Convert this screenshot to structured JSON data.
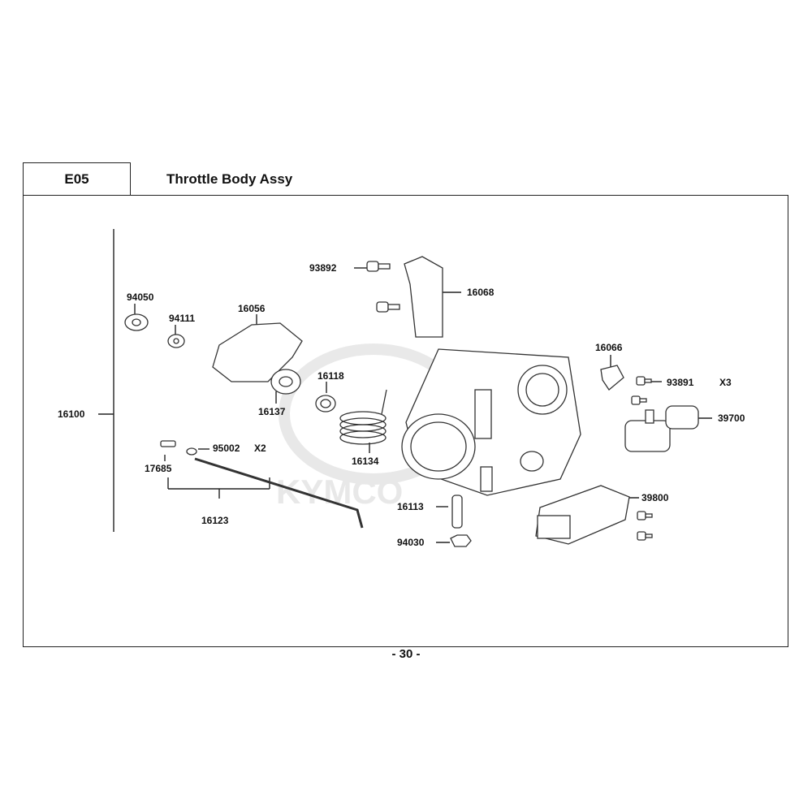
{
  "header": {
    "code": "E05",
    "title": "Throttle Body Assy"
  },
  "watermark": "KYMCO",
  "page_number": "- 30 -",
  "parts": [
    {
      "id": "93892",
      "label": "93892"
    },
    {
      "id": "16068",
      "label": "16068"
    },
    {
      "id": "94050",
      "label": "94050"
    },
    {
      "id": "94111",
      "label": "94111"
    },
    {
      "id": "16056",
      "label": "16056"
    },
    {
      "id": "16066",
      "label": "16066"
    },
    {
      "id": "93891",
      "label": "93891",
      "qty": "X3"
    },
    {
      "id": "16118",
      "label": "16118"
    },
    {
      "id": "16137",
      "label": "16137"
    },
    {
      "id": "39700",
      "label": "39700"
    },
    {
      "id": "16100",
      "label": "16100"
    },
    {
      "id": "95002",
      "label": "95002",
      "qty": "X2"
    },
    {
      "id": "16134",
      "label": "16134"
    },
    {
      "id": "17685",
      "label": "17685"
    },
    {
      "id": "39800",
      "label": "39800"
    },
    {
      "id": "16113",
      "label": "16113"
    },
    {
      "id": "16123",
      "label": "16123"
    },
    {
      "id": "94030",
      "label": "94030"
    }
  ]
}
